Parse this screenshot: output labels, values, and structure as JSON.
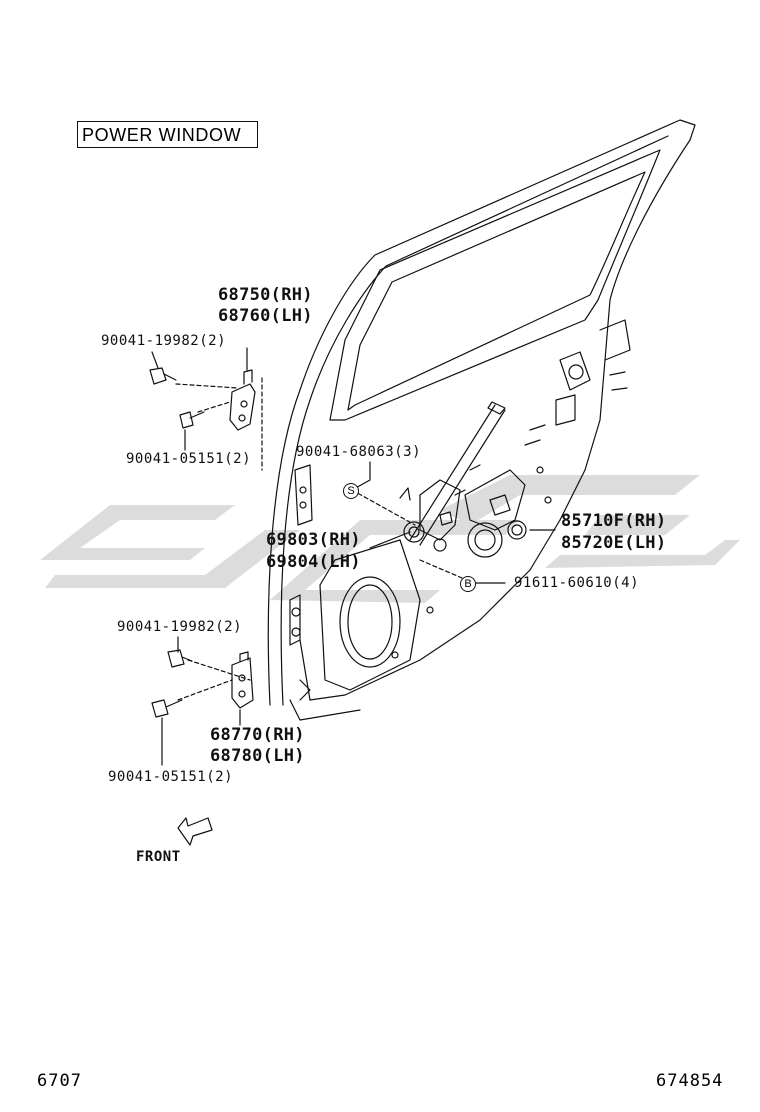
{
  "title": "POWER WINDOW",
  "front_label": "FRONT",
  "callouts": {
    "s": "S",
    "b": "B"
  },
  "parts": {
    "p68750": "68750(RH)",
    "p68760": "68760(LH)",
    "p90041_19982_top": "90041-19982(2)",
    "p90041_05151_top": "90041-05151(2)",
    "p90041_68063": "90041-68063(3)",
    "p69803": "69803(RH)",
    "p69804": "69804(LH)",
    "p85710f": "85710F(RH)",
    "p85720e": "85720E(LH)",
    "p91611": "91611-60610(4)",
    "p90041_19982_bot": "90041-19982(2)",
    "p68770": "68770(RH)",
    "p68780": "68780(LH)",
    "p90041_05151_bot": "90041-05151(2)"
  },
  "footer": {
    "left_code": "6707",
    "right_code": "674854"
  },
  "colors": {
    "line": "#111111",
    "watermark": "#d9d9d9"
  }
}
